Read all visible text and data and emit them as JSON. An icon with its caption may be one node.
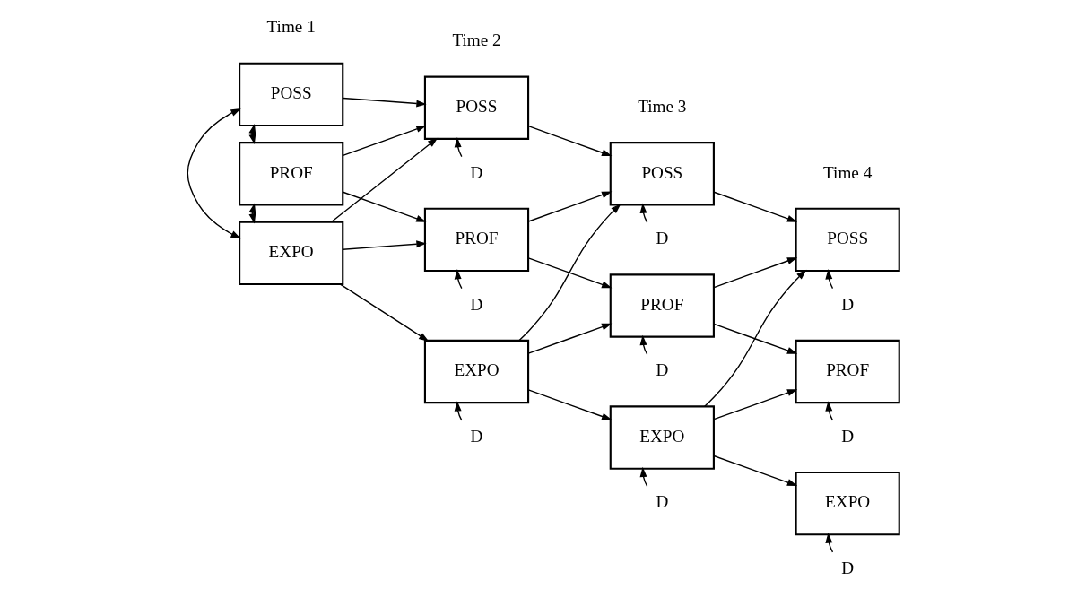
{
  "diagram": {
    "nodes": [
      {
        "text": [
          "POSS"
        ]
      },
      {
        "text": [
          "PROF"
        ]
      },
      {
        "text": [
          "EXPO"
        ]
      },
      {
        "text": [
          "POSS"
        ]
      },
      {
        "text": [
          "PROF"
        ]
      },
      {
        "text": [
          "EXPO"
        ]
      },
      {
        "text": [
          "POSS"
        ]
      },
      {
        "text": [
          "PROF"
        ]
      },
      {
        "text": [
          "EXPO"
        ]
      },
      {
        "text": [
          "POSS"
        ]
      },
      {
        "text": [
          "PROF"
        ]
      },
      {
        "text": [
          "EXPO"
        ]
      },
      {
        "text": [
          "D"
        ]
      },
      {
        "text": [
          "D"
        ]
      },
      {
        "text": [
          "D"
        ]
      },
      {
        "text": [
          "D"
        ]
      },
      {
        "text": [
          "D"
        ]
      },
      {
        "text": [
          "D"
        ]
      },
      {
        "text": [
          "D"
        ]
      },
      {
        "text": [
          "D"
        ]
      },
      {
        "text": [
          "D"
        ]
      }
    ],
    "edges": [
      {
        "from": 0,
        "to": 1,
        "arrow": "both"
      },
      {
        "from": 1,
        "to": 2,
        "arrow": "both"
      },
      {
        "from": 0,
        "to": 2,
        "arrow": "both"
      },
      {
        "from": 0,
        "to": 3,
        "arrow": "to"
      },
      {
        "from": 1,
        "to": 3,
        "arrow": "to"
      },
      {
        "from": 1,
        "to": 4,
        "arrow": "to"
      },
      {
        "from": 2,
        "to": 3,
        "arrow": "to"
      },
      {
        "from": 2,
        "to": 4,
        "arrow": "to"
      },
      {
        "from": 2,
        "to": 5,
        "arrow": "to"
      },
      {
        "from": 3,
        "to": 6,
        "arrow": "to"
      },
      {
        "from": 4,
        "to": 6,
        "arrow": "to"
      },
      {
        "from": 4,
        "to": 7,
        "arrow": "to"
      },
      {
        "from": 5,
        "to": 6,
        "arrow": "to"
      },
      {
        "from": 5,
        "to": 7,
        "arrow": "to"
      },
      {
        "from": 5,
        "to": 8,
        "arrow": "to"
      },
      {
        "from": 6,
        "to": 9,
        "arrow": "to"
      },
      {
        "from": 7,
        "to": 9,
        "arrow": "to"
      },
      {
        "from": 7,
        "to": 10,
        "arrow": "to"
      },
      {
        "from": 8,
        "to": 9,
        "arrow": "to"
      },
      {
        "from": 8,
        "to": 10,
        "arrow": "to"
      },
      {
        "from": 8,
        "to": 11,
        "arrow": "to"
      },
      {
        "from": 12,
        "to": 3,
        "arrow": "to"
      },
      {
        "from": 13,
        "to": 4,
        "arrow": "to"
      },
      {
        "from": 14,
        "to": 5,
        "arrow": "to"
      },
      {
        "from": 15,
        "to": 6,
        "arrow": "to"
      },
      {
        "from": 16,
        "to": 7,
        "arrow": "to"
      },
      {
        "from": 17,
        "to": 8,
        "arrow": "to"
      },
      {
        "from": 18,
        "to": 9,
        "arrow": "to"
      },
      {
        "from": 19,
        "to": 10,
        "arrow": "to"
      },
      {
        "from": 20,
        "to": 11,
        "arrow": "to"
      }
    ],
    "labels": [
      "Time 1",
      "Time 2",
      "Time 3",
      "Time 4"
    ]
  }
}
